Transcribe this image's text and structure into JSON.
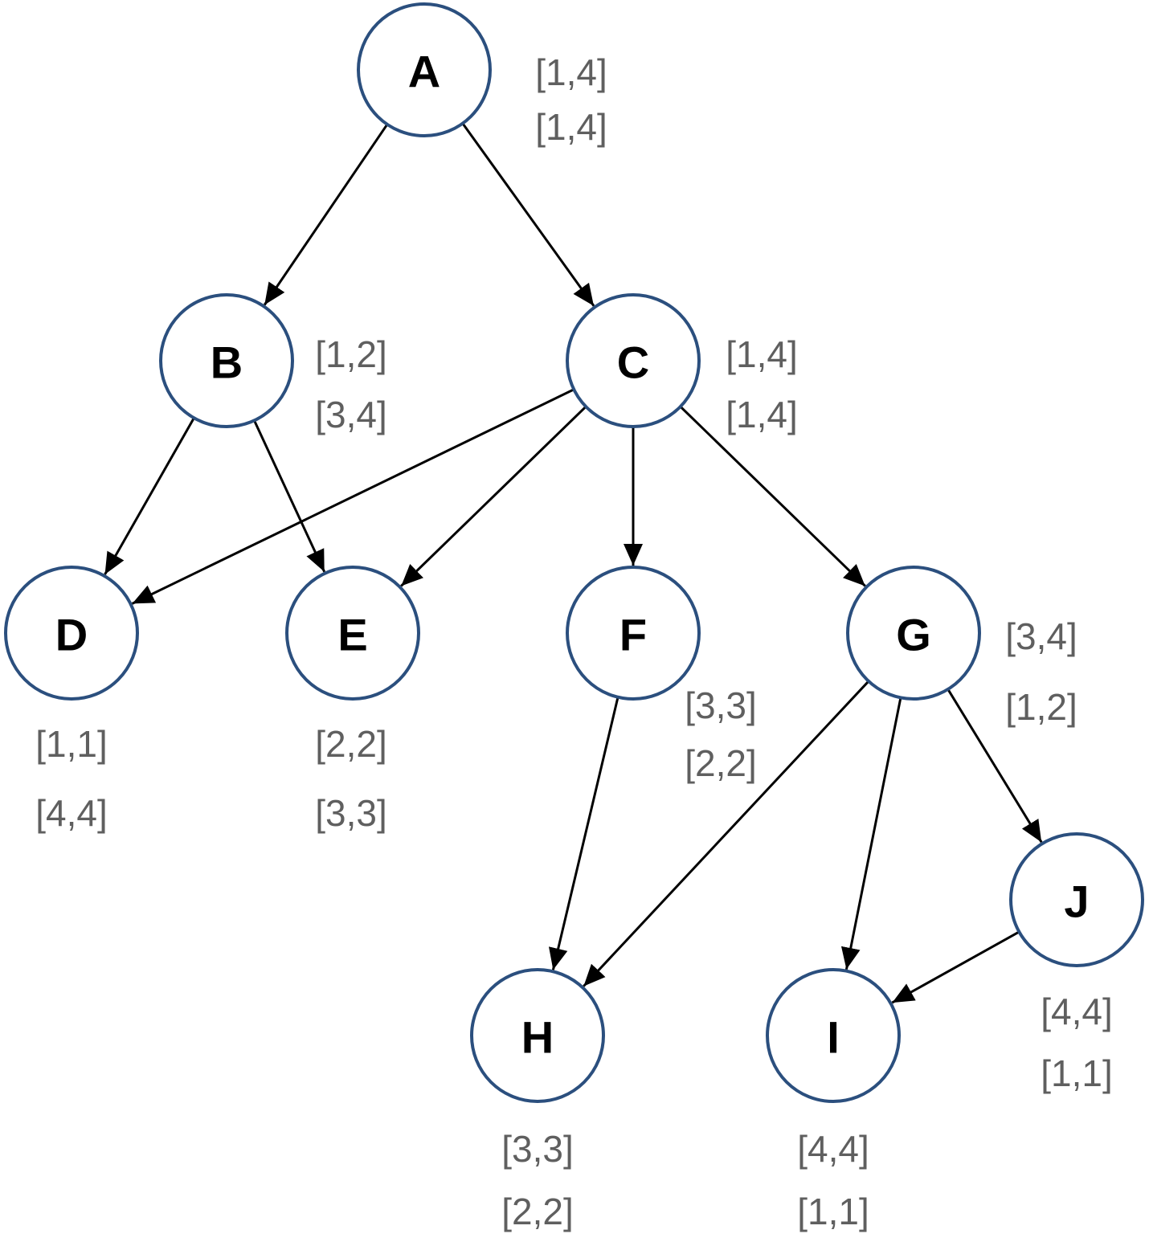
{
  "nodes": [
    {
      "id": "A",
      "label": "A",
      "interval_1": "[1,4]",
      "interval_2": "[1,4]"
    },
    {
      "id": "B",
      "label": "B",
      "interval_1": "[1,2]",
      "interval_2": "[3,4]"
    },
    {
      "id": "C",
      "label": "C",
      "interval_1": "[1,4]",
      "interval_2": "[1,4]"
    },
    {
      "id": "D",
      "label": "D",
      "interval_1": "[1,1]",
      "interval_2": "[4,4]"
    },
    {
      "id": "E",
      "label": "E",
      "interval_1": "[2,2]",
      "interval_2": "[3,3]"
    },
    {
      "id": "F",
      "label": "F",
      "interval_1": "[3,3]",
      "interval_2": "[2,2]"
    },
    {
      "id": "G",
      "label": "G",
      "interval_1": "[3,4]",
      "interval_2": "[1,2]"
    },
    {
      "id": "H",
      "label": "H",
      "interval_1": "[3,3]",
      "interval_2": "[2,2]"
    },
    {
      "id": "I",
      "label": "I",
      "interval_1": "[4,4]",
      "interval_2": "[1,1]"
    },
    {
      "id": "J",
      "label": "J",
      "interval_1": "[4,4]",
      "interval_2": "[1,1]"
    }
  ],
  "edges": [
    {
      "from": "A",
      "to": "B"
    },
    {
      "from": "A",
      "to": "C"
    },
    {
      "from": "B",
      "to": "D"
    },
    {
      "from": "B",
      "to": "E"
    },
    {
      "from": "C",
      "to": "D"
    },
    {
      "from": "C",
      "to": "E"
    },
    {
      "from": "C",
      "to": "F"
    },
    {
      "from": "C",
      "to": "G"
    },
    {
      "from": "F",
      "to": "H"
    },
    {
      "from": "G",
      "to": "H"
    },
    {
      "from": "G",
      "to": "I"
    },
    {
      "from": "G",
      "to": "J"
    },
    {
      "from": "J",
      "to": "I"
    }
  ],
  "colors": {
    "node_stroke": "#2b4f7e",
    "interval_text": "#5f5f5f",
    "edge": "#000000"
  }
}
